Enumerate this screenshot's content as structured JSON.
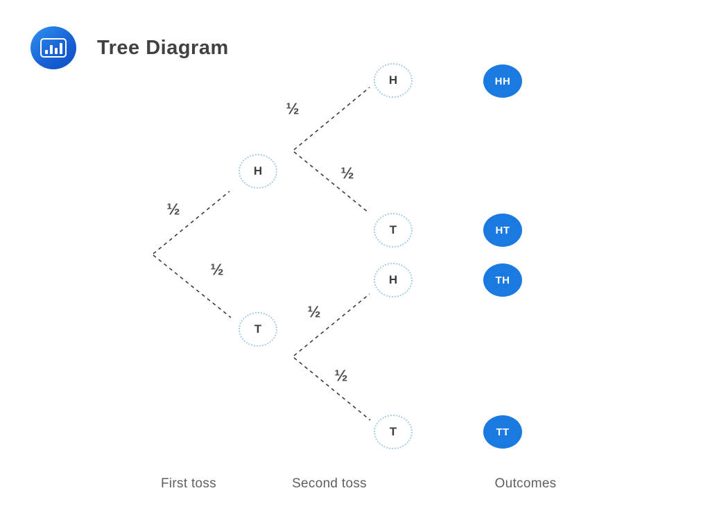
{
  "header": {
    "title": "Tree Diagram",
    "logo_icon": "bar-chart-icon"
  },
  "columns": {
    "first_toss": "First toss",
    "second_toss": "Second toss",
    "outcomes": "Outcomes"
  },
  "tree": {
    "first_toss": {
      "h": "H",
      "t": "T"
    },
    "second_toss": {
      "after_h": {
        "h": "H",
        "t": "T"
      },
      "after_t": {
        "h": "H",
        "t": "T"
      }
    },
    "probabilities": {
      "root_to_h": "½",
      "root_to_t": "½",
      "h_to_h": "½",
      "h_to_t": "½",
      "t_to_h": "½",
      "t_to_t": "½"
    },
    "outcomes": {
      "hh": "HH",
      "ht": "HT",
      "th": "TH",
      "tt": "TT"
    }
  },
  "colors": {
    "badge_blue": "#1a7ae2",
    "logo_gradient_start": "#2f93f0",
    "logo_gradient_end": "#0c4ec4",
    "node_border_blue": "#a6cbe9",
    "branch_line": "#3a3a3a",
    "title_text": "#414042",
    "probability_text": "#4d4d4d",
    "column_label_text": "#5f5f5f"
  }
}
